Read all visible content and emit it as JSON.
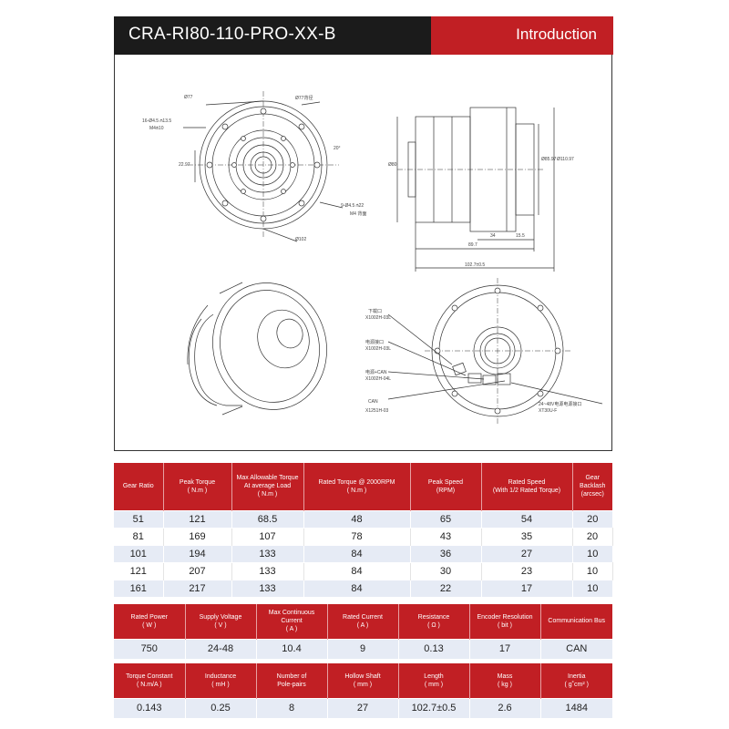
{
  "header": {
    "model": "CRA-RI80-110-PRO-XX-B",
    "section": "Introduction"
  },
  "drawing": {
    "labels": {
      "d77": "Ø77",
      "d77b": "Ø77背径",
      "holes_a": "16-Ø4.5 ⫛13.5",
      "holes_a2": "M4⫛10",
      "holes_b": "9-Ø4.5 ⫛22",
      "holes_b2": "M4 背面",
      "d102": "Ø102",
      "ang": "20°",
      "dim_side": "22.97",
      "d80": "Ø80",
      "d85": "Ø85.97",
      "d110": "Ø110.97",
      "l34": "34",
      "l155": "15.5",
      "l897": "89.7",
      "l1027": "102.7±0.5",
      "conn1a": "下载口",
      "conn1b": "X1002H-03L",
      "conn2a": "电源接口",
      "conn2b": "X1002H-03L",
      "conn3a": "电源+CAN",
      "conn3b": "X1002H-04L",
      "conn4a": "CAN",
      "conn4b": "X1251H-03",
      "conn5a": "24~48V电源电源接口",
      "conn5b": "XT30U-F"
    }
  },
  "table1": {
    "headers": [
      "Gear Ratio",
      "Peak Torque\n( N.m )",
      "Max Allowable Torque\nAt average Load\n( N.m )",
      "Rated Torque @ 2000RPM\n( N.m )",
      "Peak Speed\n(RPM)",
      "Rated Speed\n(With 1/2 Rated Torque)",
      "Gear Backlash\n(arcsec)"
    ],
    "rows": [
      [
        "51",
        "121",
        "68.5",
        "48",
        "65",
        "54",
        "20"
      ],
      [
        "81",
        "169",
        "107",
        "78",
        "43",
        "35",
        "20"
      ],
      [
        "101",
        "194",
        "133",
        "84",
        "36",
        "27",
        "10"
      ],
      [
        "121",
        "207",
        "133",
        "84",
        "30",
        "23",
        "10"
      ],
      [
        "161",
        "217",
        "133",
        "84",
        "22",
        "17",
        "10"
      ]
    ]
  },
  "table2": {
    "headers": [
      "Rated Power\n( W )",
      "Supply Voltage\n( V )",
      "Max Continuous\nCurrent\n( A )",
      "Rated Current\n( A )",
      "Resistance\n( Ω )",
      "Encoder Resolution\n( bit )",
      "Communication Bus"
    ],
    "rows": [
      [
        "750",
        "24-48",
        "10.4",
        "9",
        "0.13",
        "17",
        "CAN"
      ]
    ]
  },
  "table3": {
    "headers": [
      "Torque Constant\n( N.m/A )",
      "Inductance\n( mH )",
      "Number of\nPole-pairs",
      "Hollow Shaft\n( mm )",
      "Length\n( mm )",
      "Mass\n( kg )",
      "Inertia\n( g˚cm² )"
    ],
    "rows": [
      [
        "0.143",
        "0.25",
        "8",
        "27",
        "102.7±0.5",
        "2.6",
        "1484"
      ]
    ]
  },
  "colors": {
    "accent": "#c11f24",
    "dark": "#1b1b1b",
    "row_tint": "#e6ebf5"
  }
}
